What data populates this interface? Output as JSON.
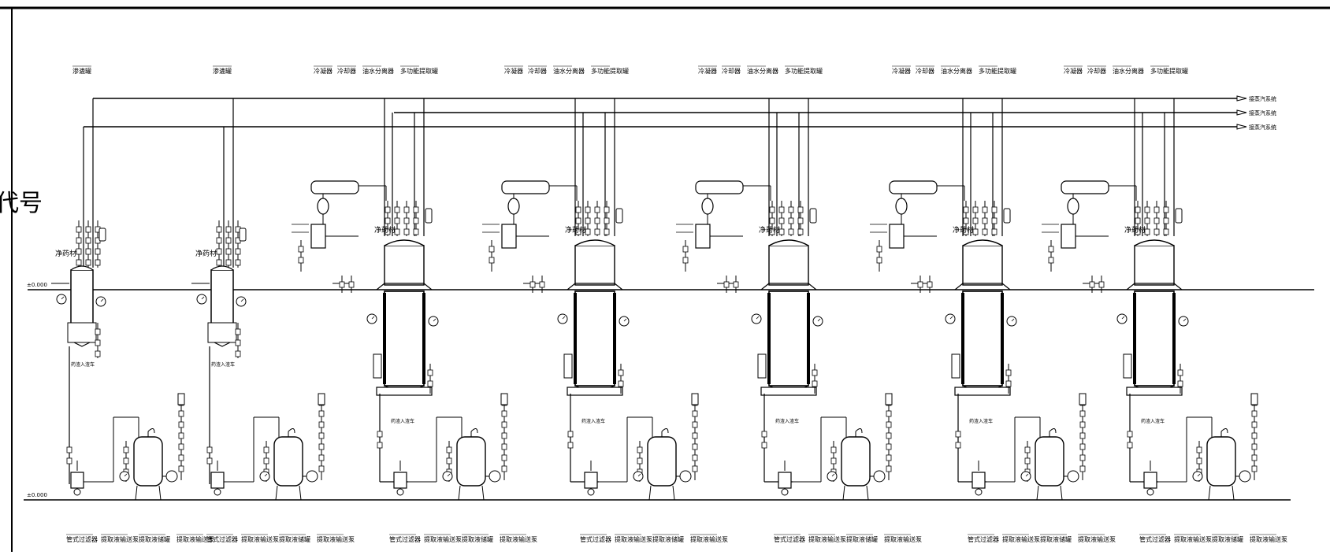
{
  "drawing": {
    "side_title": "代号",
    "upper_level_label": "±0.000",
    "lower_level_label": "±0.000",
    "vent_labels": [
      "接蒸汽系统",
      "接蒸汽系统",
      "接蒸汽系统"
    ]
  },
  "units": [
    {
      "type": "small",
      "top_labels": [
        "渗漉罐"
      ],
      "vessel_label": "净药材",
      "discharge_label": "药渣入渣车",
      "bottom_labels": [
        "管式过滤器",
        "提取液输送泵",
        "提取液储罐",
        "提取液输送泵"
      ]
    },
    {
      "type": "small",
      "top_labels": [
        "渗漉罐"
      ],
      "vessel_label": "净药材",
      "discharge_label": "药渣入渣车",
      "bottom_labels": [
        "管式过滤器",
        "提取液输送泵",
        "提取液储罐",
        "提取液输送泵"
      ]
    },
    {
      "type": "large",
      "top_labels": [
        "冷凝器",
        "冷却器",
        "油水分离器",
        "多功能提取罐"
      ],
      "vessel_label": "净药材",
      "discharge_label": "药渣入渣车",
      "bottom_labels": [
        "管式过滤器",
        "提取液输送泵",
        "提取液储罐",
        "提取液输送泵"
      ]
    },
    {
      "type": "large",
      "top_labels": [
        "冷凝器",
        "冷却器",
        "油水分离器",
        "多功能提取罐"
      ],
      "vessel_label": "净药材",
      "discharge_label": "药渣入渣车",
      "bottom_labels": [
        "管式过滤器",
        "提取液输送泵",
        "提取液储罐",
        "提取液输送泵"
      ]
    },
    {
      "type": "large",
      "top_labels": [
        "冷凝器",
        "冷却器",
        "油水分离器",
        "多功能提取罐"
      ],
      "vessel_label": "净药材",
      "discharge_label": "药渣入渣车",
      "bottom_labels": [
        "管式过滤器",
        "提取液输送泵",
        "提取液储罐",
        "提取液输送泵"
      ]
    },
    {
      "type": "large",
      "top_labels": [
        "冷凝器",
        "冷却器",
        "油水分离器",
        "多功能提取罐"
      ],
      "vessel_label": "净药材",
      "discharge_label": "药渣入渣车",
      "bottom_labels": [
        "管式过滤器",
        "提取液输送泵",
        "提取液储罐",
        "提取液输送泵"
      ]
    },
    {
      "type": "large",
      "top_labels": [
        "冷凝器",
        "冷却器",
        "油水分离器",
        "多功能提取罐"
      ],
      "vessel_label": "净药材",
      "discharge_label": "药渣入渣车",
      "bottom_labels": [
        "管式过滤器",
        "提取液输送泵",
        "提取液储罐",
        "提取液输送泵"
      ]
    }
  ]
}
